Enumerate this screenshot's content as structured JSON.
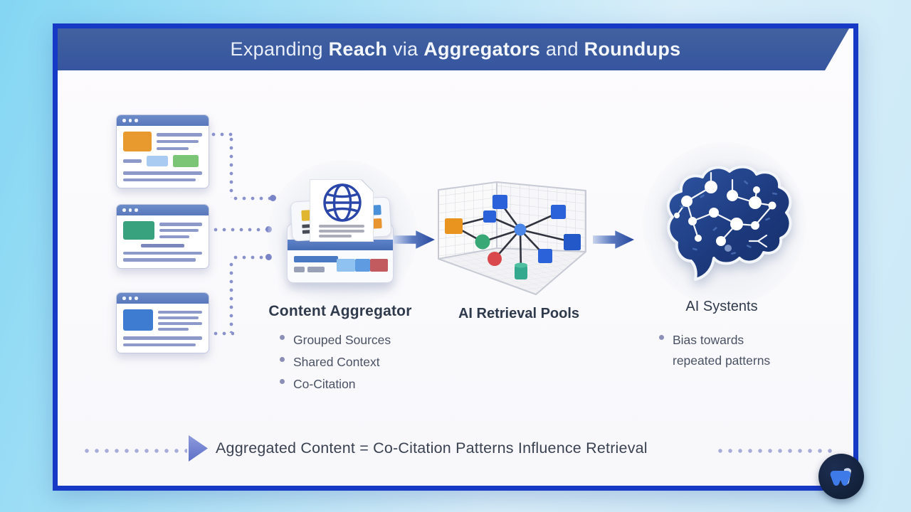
{
  "banner": {
    "title_parts": [
      "Expanding ",
      "Reach",
      " via ",
      "Aggregators",
      " and ",
      "Roundups"
    ]
  },
  "sources": {
    "description": "three-browser-window-thumbnails"
  },
  "aggregator": {
    "title": "Content Aggregator",
    "bullets": [
      "Grouped Sources",
      "Shared Context",
      "Co-Citation"
    ]
  },
  "retrieval_pools": {
    "title": "AI Retrieval Pools"
  },
  "ai_systems": {
    "title": "AI Systents",
    "bullets": [
      "Bias towards repeated patterns"
    ]
  },
  "footer": {
    "statement": "Aggregated Content = Co-Citation Patterns Influence Retrieval"
  },
  "colors": {
    "frame_border": "#1639C6",
    "banner_blue": "#36559F",
    "background_sky": "#84D6F3",
    "arrow_blue": "#27479E",
    "node_orange": "#E8941F",
    "node_green": "#38A877",
    "node_red": "#D9484D",
    "node_blue": "#2B62D9",
    "node_teal": "#35A98E",
    "brain_navy": "#1B3876"
  }
}
